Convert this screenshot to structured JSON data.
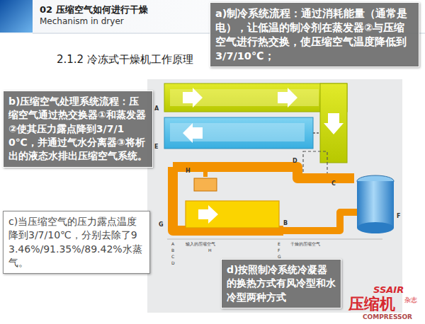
{
  "diagram": {
    "title": "02 压缩空气如何进行干燥",
    "nodes": [
      {
        "text": [
          "a)制冷系统流程：通过消耗能量（通常是电），让低温的制冷剂在蒸发器②与压缩空气进行热交换，使压缩空气温度降低到3/7/10℃；"
        ]
      },
      {
        "text": [
          "b)压缩空气处理系统流程：压缩空气通过热交换器①和蒸发器②使其压力露点降到3/7/10℃，并通过气水分离器③将析出的液态水排出压缩空气系统。"
        ]
      },
      {
        "text": [
          "c)当压缩空气的压力露点温度降到3/7/10℃，分别去除了93.46%/91.35%/89.42%水蒸气。"
        ]
      },
      {
        "text": [
          "d)按照制冷系统冷凝器的换热方式有风冷型和水冷型两种方式"
        ]
      }
    ],
    "labels": [
      "Mechanism in dryer",
      "2.1.2 冷冻式干燥机工作原理",
      "A",
      "E",
      "D",
      "H",
      "C",
      "B",
      "F",
      "G",
      "A",
      "输入的压缩空气",
      "B",
      "C",
      "D",
      "E",
      "干燥的压缩空气",
      "F",
      "G",
      "H",
      "SSAIR",
      "压缩机",
      "杂志",
      "COMPRESSOR"
    ]
  }
}
